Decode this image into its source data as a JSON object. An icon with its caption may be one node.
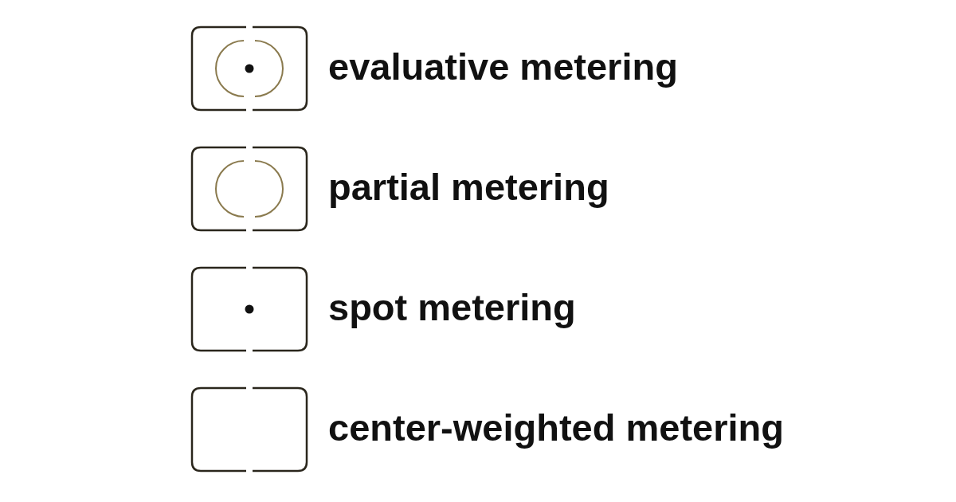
{
  "diagram": {
    "labels": [
      "evaluative metering",
      "partial metering",
      "spot metering",
      "center-weighted metering"
    ]
  }
}
